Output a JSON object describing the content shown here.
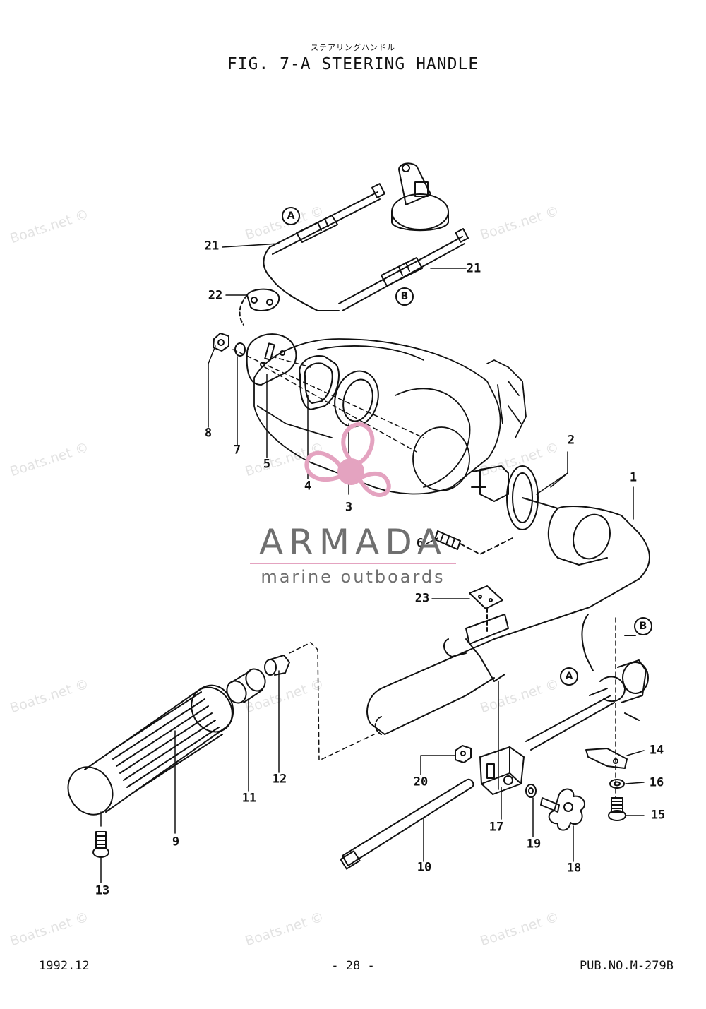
{
  "header": {
    "japanese_title": "ステアリングハンドル",
    "figure_title": "FIG.  7-A STEERING HANDLE"
  },
  "footer": {
    "date": "1992.12",
    "page": "- 28 -",
    "publication": "PUB.NO.M-279B"
  },
  "logo": {
    "name": "ARMADA",
    "tagline": "marine outboards",
    "accent_color": "#e4a3c0",
    "text_color": "#6f6f6f"
  },
  "watermark_text": "Boats.net ©",
  "reference_letters": [
    "A",
    "B",
    "B",
    "A"
  ],
  "callouts": [
    "1",
    "2",
    "3",
    "4",
    "5",
    "6",
    "7",
    "8",
    "9",
    "10",
    "11",
    "12",
    "13",
    "14",
    "15",
    "16",
    "17",
    "18",
    "19",
    "20",
    "21",
    "21",
    "22",
    "23"
  ]
}
